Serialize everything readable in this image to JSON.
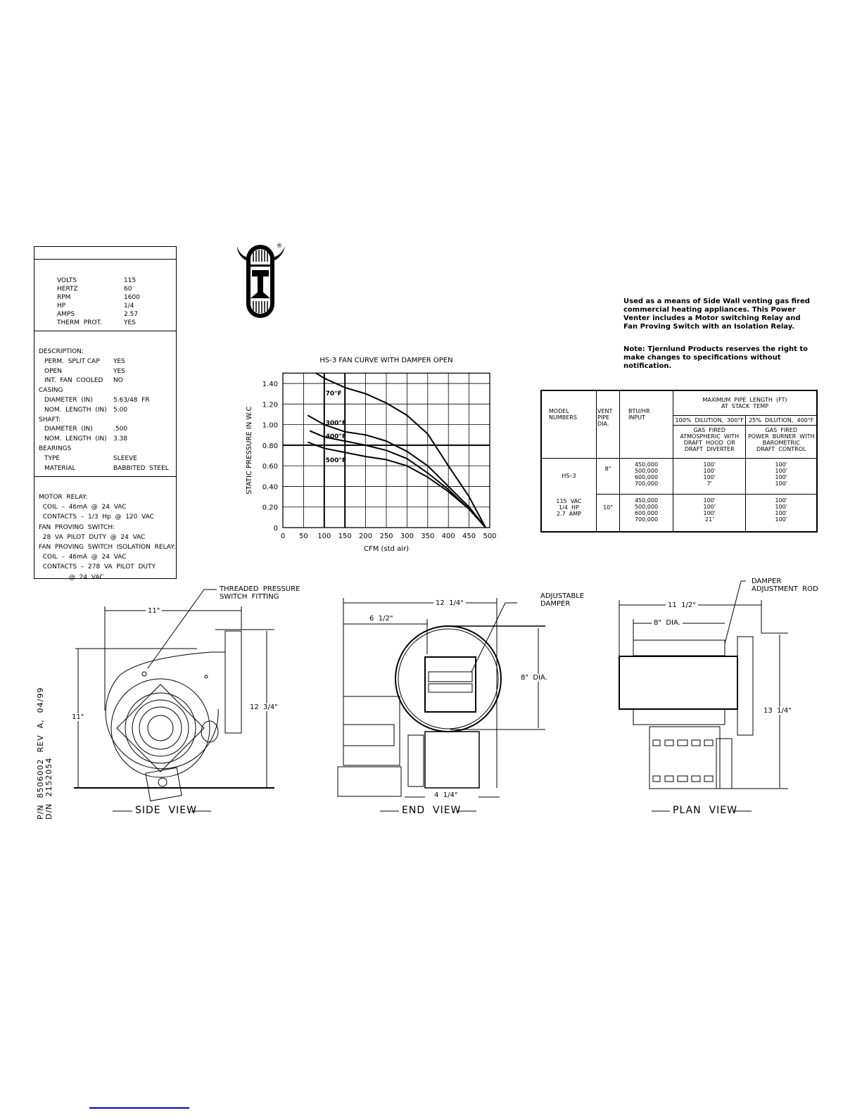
{
  "motor_specs": {
    "electrical": [
      {
        "label": "VOLTS",
        "value": "115"
      },
      {
        "label": "HERTZ",
        "value": "60"
      },
      {
        "label": "RPM",
        "value": "1600"
      },
      {
        "label": "HP",
        "value": "1/4"
      },
      {
        "label": "AMPS",
        "value": "2.57"
      },
      {
        "label": "THERM  PROT.",
        "value": "YES"
      }
    ],
    "construction": [
      {
        "label": "DESCRIPTION:",
        "value": "",
        "indent": false
      },
      {
        "label": "PERM.  SPLIT CAP",
        "value": "YES",
        "indent": true
      },
      {
        "label": "OPEN",
        "value": "YES",
        "indent": true
      },
      {
        "label": "INT.  FAN  COOLED",
        "value": "NO",
        "indent": true
      },
      {
        "label": "CASING",
        "value": "",
        "indent": false
      },
      {
        "label": "DIAMETER  (IN)",
        "value": "5.63/48  FR",
        "indent": true
      },
      {
        "label": "NOM.  LENGTH  (IN)",
        "value": "5.00",
        "indent": true
      },
      {
        "label": "SHAFT:",
        "value": "",
        "indent": false
      },
      {
        "label": "DIAMETER  (IN)",
        "value": ".500",
        "indent": true
      },
      {
        "label": "NOM.  LENGTH  (IN)",
        "value": "3.38",
        "indent": true
      },
      {
        "label": "BEARINGS",
        "value": "",
        "indent": false
      },
      {
        "label": "TYPE",
        "value": "SLEEVE",
        "indent": true
      },
      {
        "label": "MATERIAL",
        "value": "BABBITED  STEEL",
        "indent": true
      }
    ],
    "relays": [
      "MOTOR  RELAY:",
      "  COIL  –  46mA  @  24  VAC",
      "  CONTACTS  –  1/3  Hp  @  120  VAC",
      "FAN  PROVING  SWITCH:",
      "  28  VA  PILOT  DUTY  @  24  VAC",
      "FAN  PROVING  SWITCH  ISOLATION  RELAY:",
      "  COIL  –  46mA  @  24  VAC",
      "  CONTACTS  –  278  VA  PILOT  DUTY",
      "               @  24  VAC"
    ]
  },
  "logo": {
    "letter": "T",
    "registered": "®"
  },
  "description": "Used as a means of Side Wall venting gas fired commercial heating appliances. This Power Venter includes a Motor switching Relay and Fan Proving Switch with an Isolation Relay.",
  "note": "Note: Tjernlund Products reserves the right to make changes to specifications without notification.",
  "chart_data": {
    "type": "line",
    "title": "HS-3 FAN CURVE WITH DAMPER OPEN",
    "xlabel": "CFM  (std  air)",
    "ylabel": "STATIC  PRESSURE  IN  W.C",
    "xlim": [
      0,
      500
    ],
    "ylim": [
      0,
      1.5
    ],
    "xticks": [
      "0",
      "50",
      "100",
      "150",
      "200",
      "250",
      "300",
      "350",
      "400",
      "450",
      "500"
    ],
    "yticks": [
      "0",
      "0.20",
      "0.40",
      "0.60",
      "0.80",
      "1.00",
      "1.20",
      "1.40"
    ],
    "grid": true,
    "series": [
      {
        "name": "70°F",
        "x": [
          80,
          100,
          150,
          200,
          250,
          300,
          350,
          400,
          450,
          490
        ],
        "y": [
          1.5,
          1.45,
          1.36,
          1.3,
          1.21,
          1.09,
          0.91,
          0.6,
          0.3,
          0
        ]
      },
      {
        "name": "300°F",
        "x": [
          60,
          100,
          150,
          200,
          250,
          300,
          350,
          400,
          450,
          490
        ],
        "y": [
          1.09,
          1.0,
          0.93,
          0.9,
          0.84,
          0.74,
          0.6,
          0.4,
          0.2,
          0
        ]
      },
      {
        "name": "400°F",
        "x": [
          65,
          100,
          150,
          200,
          250,
          300,
          350,
          400,
          450,
          490
        ],
        "y": [
          0.94,
          0.88,
          0.84,
          0.8,
          0.75,
          0.67,
          0.53,
          0.37,
          0.18,
          0
        ]
      },
      {
        "name": "500°F",
        "x": [
          60,
          100,
          150,
          200,
          250,
          300,
          350,
          400,
          450,
          490
        ],
        "y": [
          0.83,
          0.77,
          0.73,
          0.69,
          0.66,
          0.6,
          0.49,
          0.35,
          0.18,
          0
        ]
      }
    ]
  },
  "vent_table": {
    "headers": {
      "model": "MODEL\nNUMBERS",
      "vent": "VENT\nPIPE\nDIA.",
      "btu": "BTU/HR\nINPUT",
      "max": "MAXIMUM  PIPE  LENGTH  (FT)\nAT  STACK  TEMP",
      "col1_top": "100%  DILUTION,  300°F",
      "col2_top": "25%  DILUTION,  400°F",
      "col1_sub": "GAS  FIRED\nATMOSPHERIC  WITH\nDRAFT  HOOD  OR\nDRAFT  DIVERTER",
      "col2_sub": "GAS  FIRED\nPOWER  BURNER  WITH\nBAROMETRIC\nDRAFT  CONTROL"
    },
    "model": "HS–3",
    "model_specs": "115  VAC\n1/4  HP\n2.7  AMP",
    "rows": [
      {
        "vent": "8\"",
        "btu": "450,000\n500,000\n600,000\n700,000",
        "col1": "100'\n100'\n100'\n7'",
        "col2": "100'\n100'\n100'\n100'"
      },
      {
        "vent": "10\"",
        "btu": "450,000\n500,000\n600,000\n700,000",
        "col1": "100'\n100'\n100'\n21'",
        "col2": "100'\n100'\n100'\n100'"
      }
    ]
  },
  "drawings": {
    "side": {
      "title": "SIDE  VIEW",
      "callout": "THREADED  PRESSURE\nSWITCH  FITTING",
      "width": "11\"",
      "height": "11\"",
      "overall": "12  3/4\""
    },
    "end": {
      "title": "END  VIEW",
      "callout": "ADJUSTABLE\nDAMPER",
      "overall": "12  1/4\"",
      "offset": "6  1/2\"",
      "dia": "8\"  DIA.",
      "base": "4  1/4\""
    },
    "plan": {
      "title": "PLAN  VIEW",
      "callout": "DAMPER\nADJUSTMENT  ROD",
      "overall": "11  1/2\"",
      "dia": "8\"  DIA.",
      "height": "13  1/4\""
    }
  },
  "part_number": "P/N  8506002  REV  A,  04/99\nD/N  2152054"
}
